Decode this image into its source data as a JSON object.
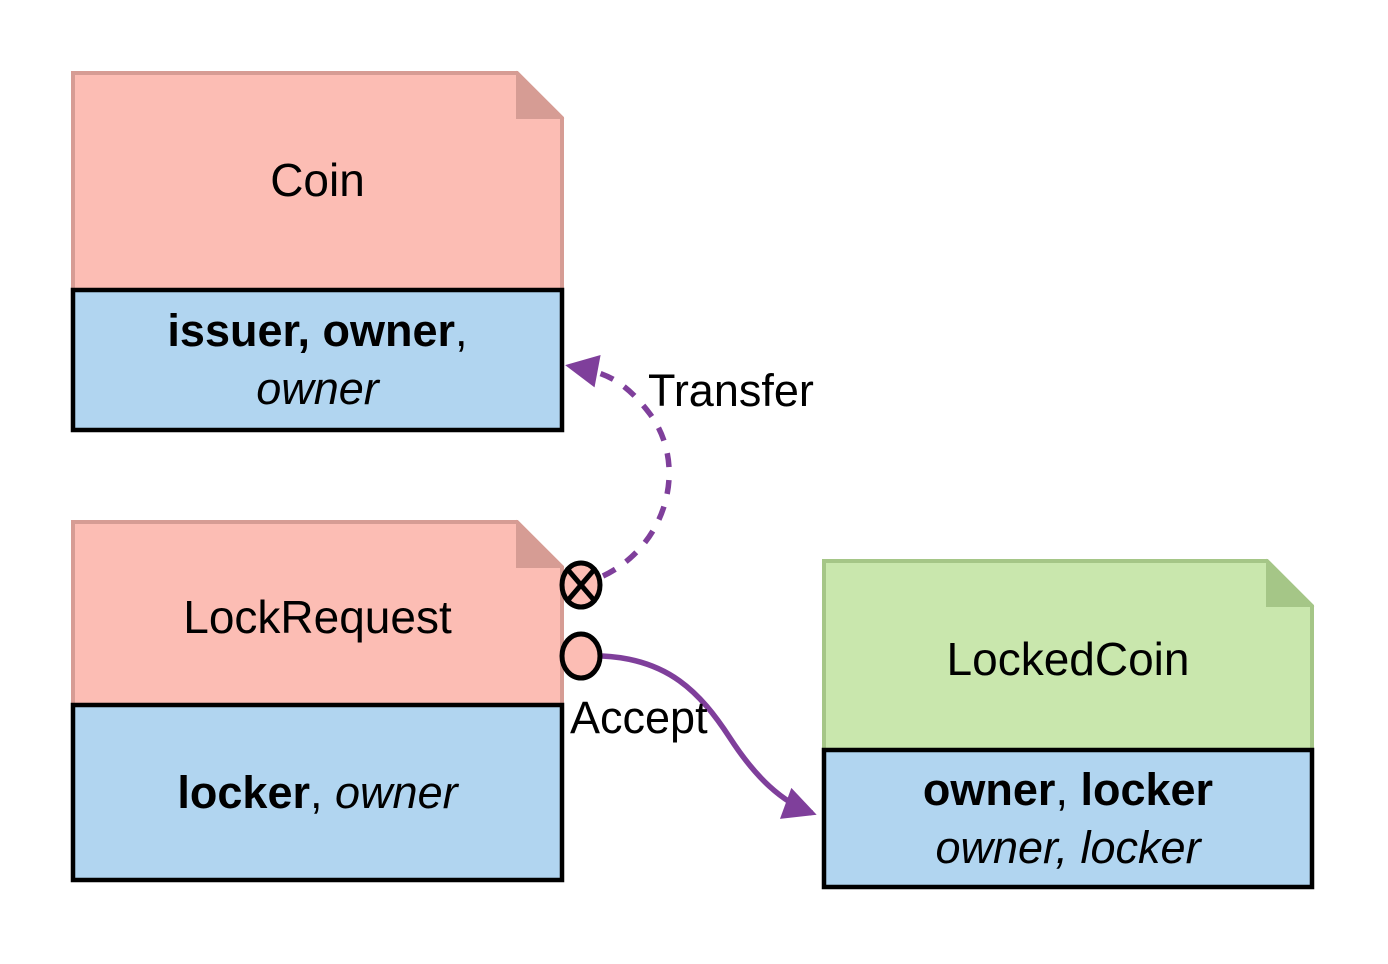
{
  "diagram": {
    "boxes": {
      "coin": {
        "title": "Coin",
        "signatories": "issuer, owner",
        "signatories_suffix": ",",
        "observers": "owner"
      },
      "lock_request": {
        "title": "LockRequest",
        "signatories": "locker",
        "separator": ", ",
        "observers": "owner"
      },
      "locked_coin": {
        "title": "LockedCoin",
        "signatory_1": "owner",
        "separator": ", ",
        "signatory_2": "locker",
        "observers": "owner, locker"
      }
    },
    "edges": {
      "transfer_label": "Transfer",
      "accept_label": "Accept"
    },
    "icons": {
      "archive_choice": "circle-cross-icon",
      "accept_choice": "circle-icon"
    },
    "colors": {
      "pink": "#fcbdb4",
      "pinkBorder": "#d69c94",
      "green": "#c9e7ad",
      "greenBorder": "#a5c687",
      "blue": "#b1d5f0",
      "purple": "#7f3f9b",
      "line": "#000000",
      "bg": "#ffffff",
      "text": "#000000"
    }
  }
}
